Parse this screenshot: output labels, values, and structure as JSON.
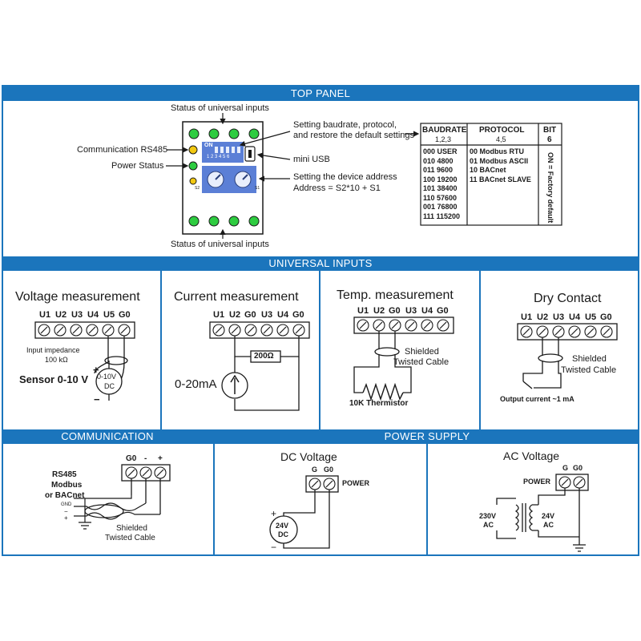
{
  "sections": {
    "top_panel": "TOP PANEL",
    "universal_inputs": "UNIVERSAL INPUTS",
    "communication": "COMMUNICATION",
    "power_supply": "POWER SUPPLY"
  },
  "top_panel": {
    "status_top": "Status of universal inputs",
    "status_bottom": "Status of universal inputs",
    "comm_rs485": "Communication RS485",
    "power_status": "Power Status",
    "dip_on": "ON",
    "dip_numbers": "1 2 3 4 5 6",
    "baud_note_1": "Setting baudrate, protocol,",
    "baud_note_2": "and restore the default settings",
    "mini_usb": "mini USB",
    "address_note_1": "Setting the device address",
    "address_note_2": "Address = S2*10 + S1",
    "s2": "S2",
    "s1": "S1",
    "table": {
      "baud_header": "BAUDRATE",
      "baud_sub": "1,2,3",
      "protocol_header": "PROTOCOL",
      "protocol_sub": "4,5",
      "bit_header": "BIT",
      "bit_sub": "6",
      "baud_rows": [
        "000 USER",
        "010 4800",
        "011 9600",
        "100 19200",
        "101 38400",
        "110 57600",
        "001 76800",
        "111 115200"
      ],
      "protocol_rows": [
        "00 Modbus RTU",
        "01 Modbus ASCII",
        "10 BACnet",
        "11 BACnet SLAVE"
      ],
      "bit_note": "ON = Factory default"
    }
  },
  "inputs": {
    "voltage": {
      "title": "Voltage measurement",
      "terminals": [
        "U1",
        "U2",
        "U3",
        "U4",
        "U5",
        "G0"
      ],
      "impedance_1": "Input impedance",
      "impedance_2": "100 kΩ",
      "sensor": "Sensor 0-10 V",
      "source_1": "0-10V",
      "source_2": "DC",
      "plus": "+",
      "minus": "−"
    },
    "current": {
      "title": "Current measurement",
      "terminals": [
        "U1",
        "U2",
        "G0",
        "U3",
        "U4",
        "G0"
      ],
      "resistor": "200Ω",
      "source": "0-20mA"
    },
    "temp": {
      "title": "Temp. measurement",
      "terminals": [
        "U1",
        "U2",
        "G0",
        "U3",
        "U4",
        "G0"
      ],
      "cable_1": "Shielded",
      "cable_2": "Twisted Cable",
      "thermistor": "10K Thermistor"
    },
    "dry": {
      "title": "Dry Contact",
      "terminals": [
        "U1",
        "U2",
        "U3",
        "U4",
        "U5",
        "G0"
      ],
      "cable_1": "Shielded",
      "cable_2": "Twisted Cable",
      "output": "Output current ~1 mA"
    }
  },
  "communication": {
    "terminals": [
      "G0",
      "-",
      "+"
    ],
    "label_1": "RS485",
    "label_2": "Modbus",
    "label_3": "or BACnet",
    "gnd": "GND",
    "minus": "−",
    "plus": "+",
    "cable_1": "Shielded",
    "cable_2": "Twisted Cable"
  },
  "power": {
    "dc": {
      "title": "DC Voltage",
      "terminals": [
        "G",
        "G0"
      ],
      "power": "POWER",
      "source_1": "24V",
      "source_2": "DC",
      "plus": "+",
      "minus": "−"
    },
    "ac": {
      "title": "AC Voltage",
      "terminals": [
        "G",
        "G0"
      ],
      "power": "POWER",
      "primary_1": "230V",
      "primary_2": "AC",
      "secondary_1": "24V",
      "secondary_2": "AC"
    }
  },
  "colors": {
    "accent": "#1b75bc",
    "led_green": "#2ecc40",
    "led_yellow": "#f2c811",
    "dip_blue": "#5b7fd6"
  }
}
